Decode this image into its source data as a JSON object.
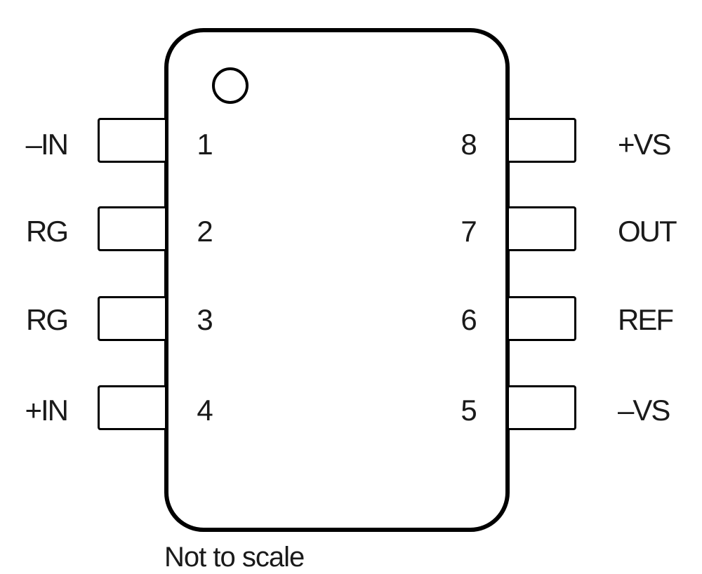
{
  "diagram": {
    "left_pins": [
      {
        "number": "1",
        "label": "–IN"
      },
      {
        "number": "2",
        "label": "RG"
      },
      {
        "number": "3",
        "label": "RG"
      },
      {
        "number": "4",
        "label": "+IN"
      }
    ],
    "right_pins": [
      {
        "number": "8",
        "label": "+VS"
      },
      {
        "number": "7",
        "label": "OUT"
      },
      {
        "number": "6",
        "label": "REF"
      },
      {
        "number": "5",
        "label": "–VS"
      }
    ],
    "caption": "Not to scale"
  }
}
